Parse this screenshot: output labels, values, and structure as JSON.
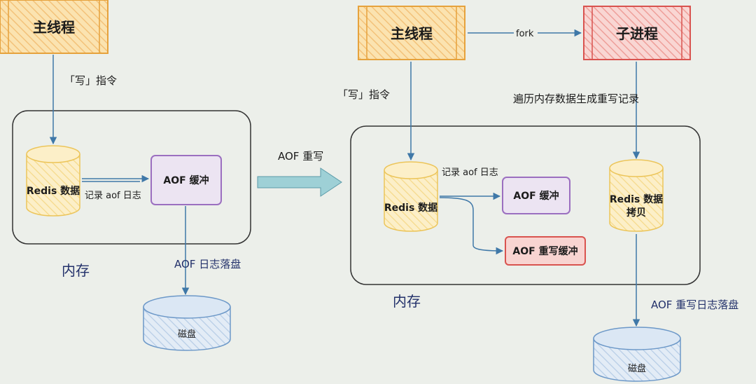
{
  "left": {
    "main_thread": "主线程",
    "write_cmd": "「写」指令",
    "redis_data": "Redis 数据",
    "record_log": "记录 aof 日志",
    "aof_buffer": "AOF 缓冲",
    "memory": "内存",
    "flush": "AOF 日志落盘",
    "disk": "磁盘"
  },
  "transition": "AOF 重写",
  "right": {
    "main_thread": "主线程",
    "fork": "fork",
    "child_process": "子进程",
    "write_cmd": "「写」指令",
    "traverse": "遍历内存数据生成重写记录",
    "redis_data": "Redis 数据",
    "record_log": "记录 aof 日志",
    "aof_buffer": "AOF 缓冲",
    "rewrite_buffer": "AOF 重写缓冲",
    "redis_copy_line1": "Redis 数据",
    "redis_copy_line2": "拷贝",
    "memory": "内存",
    "flush": "AOF 重写日志落盘",
    "disk": "磁盘"
  },
  "colors": {
    "background": "#ecefea",
    "thread_fill": "#f8d99a",
    "thread_stroke": "#e6a23c",
    "child_fill": "#f5c4c0",
    "child_stroke": "#d9534f",
    "db_fill": "#fbe7b2",
    "db_stroke": "#ecc55a",
    "buffer_stroke": "#9b6fc0",
    "rewrite_stroke": "#d9534f",
    "disk_fill": "#d6e4f2",
    "disk_stroke": "#6c98c8",
    "edge": "#3f78a8",
    "big_arrow": "#9ed0d6"
  }
}
